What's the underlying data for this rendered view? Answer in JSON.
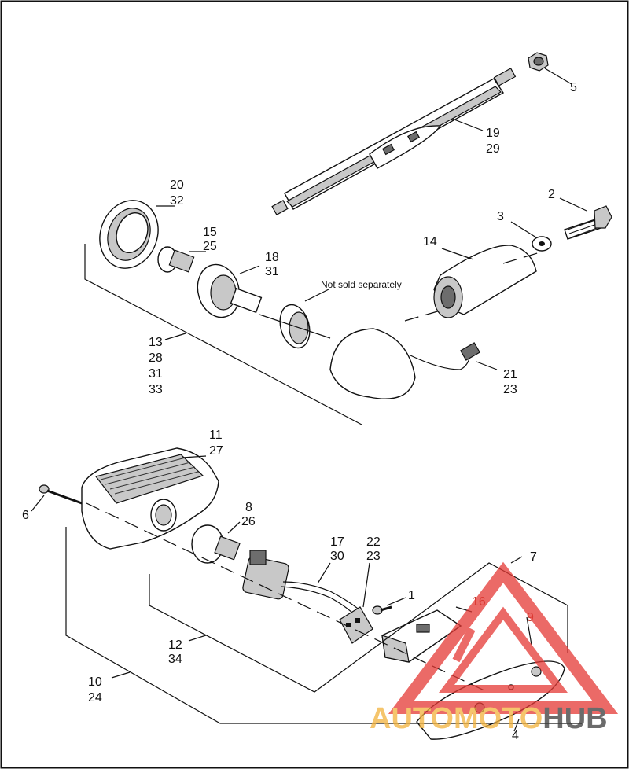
{
  "callouts": {
    "c5": "5",
    "c19": "19",
    "c29a": "29",
    "c2": "2",
    "c3": "3",
    "c14": "14",
    "c20": "20",
    "c32": "32",
    "c15": "15",
    "c25": "25",
    "c18": "18",
    "c31a": "31",
    "c13": "13",
    "c28": "28",
    "c31b": "31",
    "c33": "33",
    "c21": "21",
    "c23a": "23",
    "c11": "11",
    "c27": "27",
    "c6": "6",
    "c8": "8",
    "c26": "26",
    "c17": "17",
    "c30": "30",
    "c22": "22",
    "c23b": "23",
    "c7": "7",
    "c1": "1",
    "c16": "16",
    "c9": "9",
    "c12": "12",
    "c34": "34",
    "c10": "10",
    "c24": "24",
    "c4": "4"
  },
  "note": "Not sold separately",
  "watermark": {
    "part1": "AUTO",
    "part2": "MOTO",
    "part3": "HUB",
    "color_accent": "#f2b23c",
    "color_dark": "#3a3a3a",
    "color_triangle": "#e53935"
  }
}
